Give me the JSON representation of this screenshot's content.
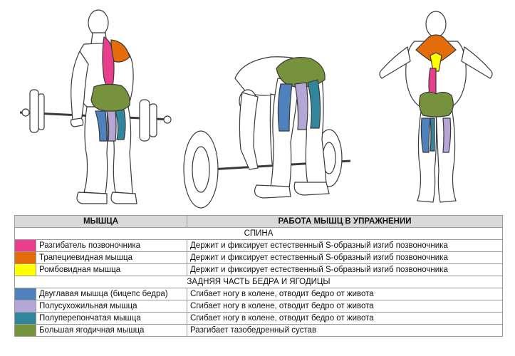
{
  "colors": {
    "pink": "#e83e8c",
    "orange": "#e46c0a",
    "yellow": "#ffff00",
    "blue": "#4f81bd",
    "lavender": "#b4a7d6",
    "teal": "#31859c",
    "green": "#76923c",
    "header_bg": "#d9d9d9",
    "outline": "#3a3a3a"
  },
  "figures": [
    {
      "name": "standing-deadlift-figure",
      "icon": "standing-figure-icon"
    },
    {
      "name": "bent-over-deadlift-figure",
      "icon": "bent-figure-icon"
    },
    {
      "name": "anatomy-back-figure",
      "icon": "anatomy-back-icon"
    }
  ],
  "table": {
    "headers": {
      "muscle": "МЫШЦА",
      "work": "РАБОТА МЫШЦ В УПРАЖНЕНИИ"
    },
    "sections": [
      {
        "title": "СПИНА",
        "rows": [
          {
            "color": "#e83e8c",
            "muscle": "Разгибатель позвоночника",
            "work": "Держит и фиксирует естественный S-образный изгиб позвоночника"
          },
          {
            "color": "#e46c0a",
            "muscle": "Трапециевидная мышца",
            "work": "Держит и фиксирует естественный S-образный изгиб позвоночника"
          },
          {
            "color": "#ffff00",
            "muscle": "Ромбовидная мышца",
            "work": "Держит и фиксирует естественный S-образный изгиб позвоночника"
          }
        ]
      },
      {
        "title": "ЗАДНЯЯ ЧАСТЬ БЕДРА И ЯГОДИЦЫ",
        "rows": [
          {
            "color": "#4f81bd",
            "muscle": "Двуглавая мышца (бицепс бедра)",
            "work": "Сгибает ногу в колене, отводит бедро от живота"
          },
          {
            "color": "#b4a7d6",
            "muscle": "Полусухожильная мышца",
            "work": "Сгибает ногу в колене, отводит бедро от живота"
          },
          {
            "color": "#31859c",
            "muscle": "Полуперепончатая мышца",
            "work": "Сгибает ногу в колене, отводит бедро от живота"
          },
          {
            "color": "#76923c",
            "muscle": "Большая ягодичная мышца",
            "work": "Разгибает тазобедренный сустав"
          }
        ]
      }
    ]
  }
}
